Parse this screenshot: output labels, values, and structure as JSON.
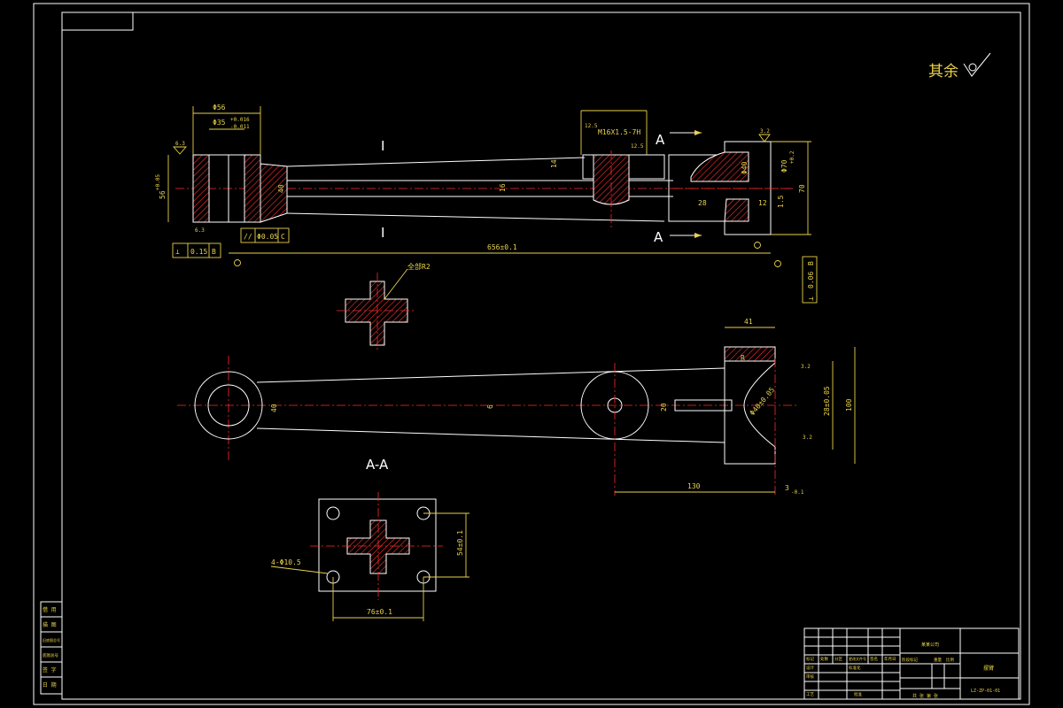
{
  "roughness": {
    "rest_label": "其余",
    "ra_1": "6.3",
    "ra_2": "6.3",
    "ra_3": "12.5",
    "ra_4": "12.5",
    "ra_5": "3.2",
    "ra_6": "3.2",
    "ra_7": "3.2"
  },
  "section_view": {
    "cut_left": "A",
    "cut_right": "A",
    "title": "A-A",
    "tick_mark": "I"
  },
  "dimensions": {
    "d56": "Φ56",
    "d35": "Φ35",
    "d35_tol_upper": "+0.016",
    "d35_tol_lower": "-0.011",
    "d_left_side": "56",
    "d_left_side_tol": "+0.05",
    "d_40_top": "40",
    "d_16": "16",
    "d_m16": "M16X1.5-7H",
    "d_14": "14",
    "d_length": "656±0.1",
    "d_phi40": "Φ40",
    "d_phi70": "Φ70",
    "d_phi70_tol": "+0.2",
    "d_70": "70",
    "d_28": "28",
    "d_12": "12",
    "d_1_5": "1.5",
    "d_41": "41",
    "d_r": "R",
    "d_40_plan": "40",
    "d_6": "6",
    "d_20": "20",
    "d_r40": "Φ40±0.05",
    "d_28_plan": "28±0.05",
    "d_100": "100",
    "d_130": "130",
    "d_3": "3",
    "d_3_tol": "-0.1",
    "d_54": "54±0.1",
    "d_76": "76±0.1",
    "holes": "4-Φ10.5",
    "chamfer": "全部R2"
  },
  "tolerances": {
    "perp_sym": "⊥",
    "perp_val": "0.15",
    "perp_ref": "B",
    "para_sym": "//",
    "para_val": "Φ0.05",
    "para_ref": "C",
    "flat_sym": "⊥",
    "flat_val": "0.06",
    "flat_ref": "B"
  },
  "title_block": {
    "part_name": "摆臂",
    "company": "某某公司",
    "drawing_no": "LZ-ZP-01-01",
    "scale_label": "比例",
    "sheet_label": "共 张 第 张",
    "rows": [
      "标记",
      "处数",
      "分区",
      "更改文件号",
      "签名",
      "年月日"
    ],
    "designer": "设计",
    "checker": "审核",
    "approver": "工艺",
    "std": "标准化",
    "approve": "批准",
    "stage": "阶段标记",
    "weight": "重量"
  },
  "left_column": {
    "labels": [
      "借 用",
      "描 图",
      "旧底图总号",
      "底图总号",
      "签 字",
      "日 期"
    ]
  }
}
